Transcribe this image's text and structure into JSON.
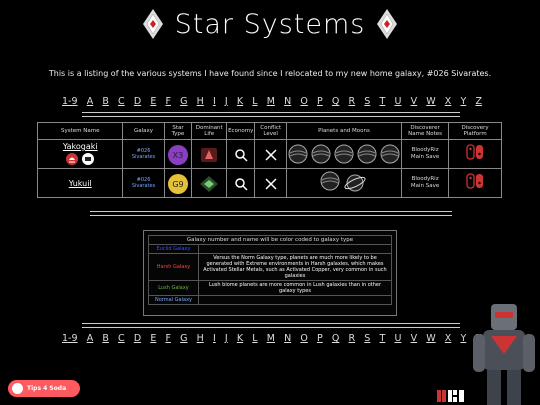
{
  "page": {
    "title": "Star Systems",
    "intro": "This is a listing of the various systems I have found since I relocated to my new home galaxy, #026 Sivarates."
  },
  "alphabet": [
    "1-9",
    "A",
    "B",
    "C",
    "D",
    "E",
    "F",
    "G",
    "H",
    "I",
    "J",
    "K",
    "L",
    "M",
    "N",
    "O",
    "P",
    "Q",
    "R",
    "S",
    "T",
    "U",
    "V",
    "W",
    "X",
    "Y",
    "Z"
  ],
  "table": {
    "headers": [
      "System Name",
      "Galaxy",
      "Star Type",
      "Dominant Life",
      "Economy",
      "Conflict Level",
      "Planets and Moons",
      "Discoverer Name Notes",
      "Discovery Platform"
    ],
    "rows": [
      {
        "name": "Yakogaki",
        "galaxy": "#026 Sivarates",
        "star_type": "X3",
        "star_color": "#8a3fc2",
        "discoverer": "BloodyRiz",
        "notes": "Main Save"
      },
      {
        "name": "Yukuil",
        "galaxy": "#026 Sivarates",
        "star_type": "G9",
        "star_color": "#e3c23a",
        "discoverer": "BloodyRiz",
        "notes": "Main Save"
      }
    ]
  },
  "legend": {
    "title": "Galaxy number and name will be color coded to galaxy type",
    "rows": [
      {
        "type": "Euclid Galaxy",
        "desc": ""
      },
      {
        "type": "Harsh Galaxy",
        "desc": "Versus the Norm Galaxy type, planets are much more likely to be generated with Extreme environments in Harsh galaxies, which makes Activated Stellar Metals, such as Activated Copper, very common in such galaxies"
      },
      {
        "type": "Lush Galaxy",
        "desc": "Lush biome planets are more common in Lush galaxies than in other galaxy types"
      },
      {
        "type": "Normal Galaxy",
        "desc": ""
      }
    ]
  },
  "tips": {
    "label": "Tips 4 Soda"
  },
  "colors": {
    "accent_link": "#77aaff",
    "tips_bg": "#ff5a5f",
    "harsh": "#ff4444",
    "lush": "#66bb33",
    "euclid": "#3355ff"
  }
}
